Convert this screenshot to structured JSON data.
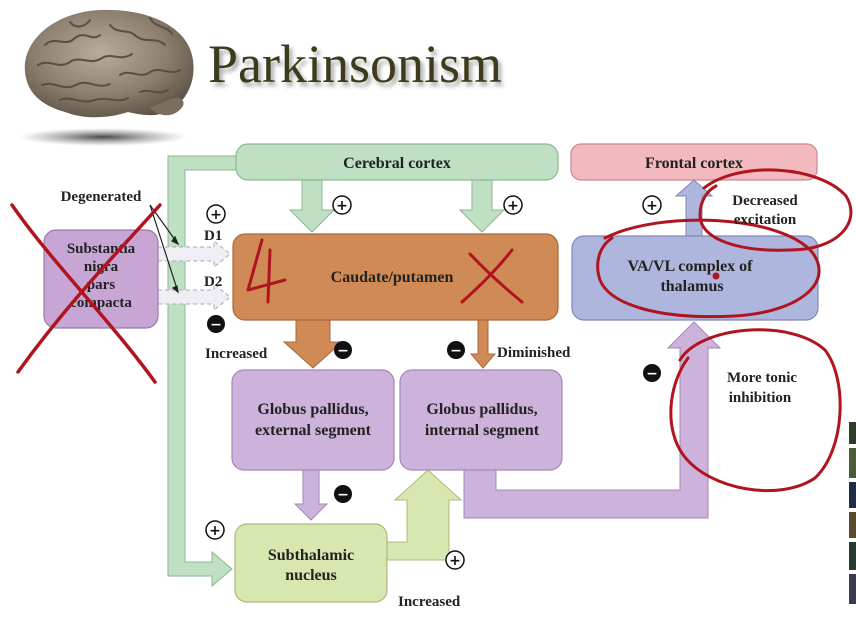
{
  "slide": {
    "title": "Parkinsonism",
    "image": "brain-illustration"
  },
  "diagram": {
    "cerebral_cortex": "Cerebral cortex",
    "frontal_cortex": "Frontal cortex",
    "substantia_nigra": [
      "Substantia",
      "nigra",
      "pars",
      "compacta"
    ],
    "degenerated": "Degenerated",
    "d1": "D1",
    "d2": "D2",
    "caudate_putamen": "Caudate/putamen",
    "thalamus": [
      "VA/VL complex of",
      "thalamus"
    ],
    "gpe": [
      "Globus pallidus,",
      "external segment"
    ],
    "gpi": [
      "Globus pallidus,",
      "internal segment"
    ],
    "stn": [
      "Subthalamic",
      "nucleus"
    ],
    "increased_left": "Increased",
    "diminished": "Diminished",
    "increased_bottom": "Increased",
    "plus_sign": "+",
    "minus_sign": "−"
  },
  "annotations": {
    "decreased_excitation": [
      "Decreased",
      "excitation"
    ],
    "more_tonic_inhibition": [
      "More tonic",
      "inhibition"
    ],
    "ink_color": "#b0141e"
  },
  "colors": {
    "cortex_green": "#bfe0c2",
    "frontal_pink": "#f2b9bf",
    "striatum_orange": "#cf8a55",
    "pallidus_purple": "#cdb2dc",
    "thalamus_blue": "#aeb6dd",
    "stn_green": "#d8e6b0",
    "nigra_purple": "#c7a6d6"
  }
}
